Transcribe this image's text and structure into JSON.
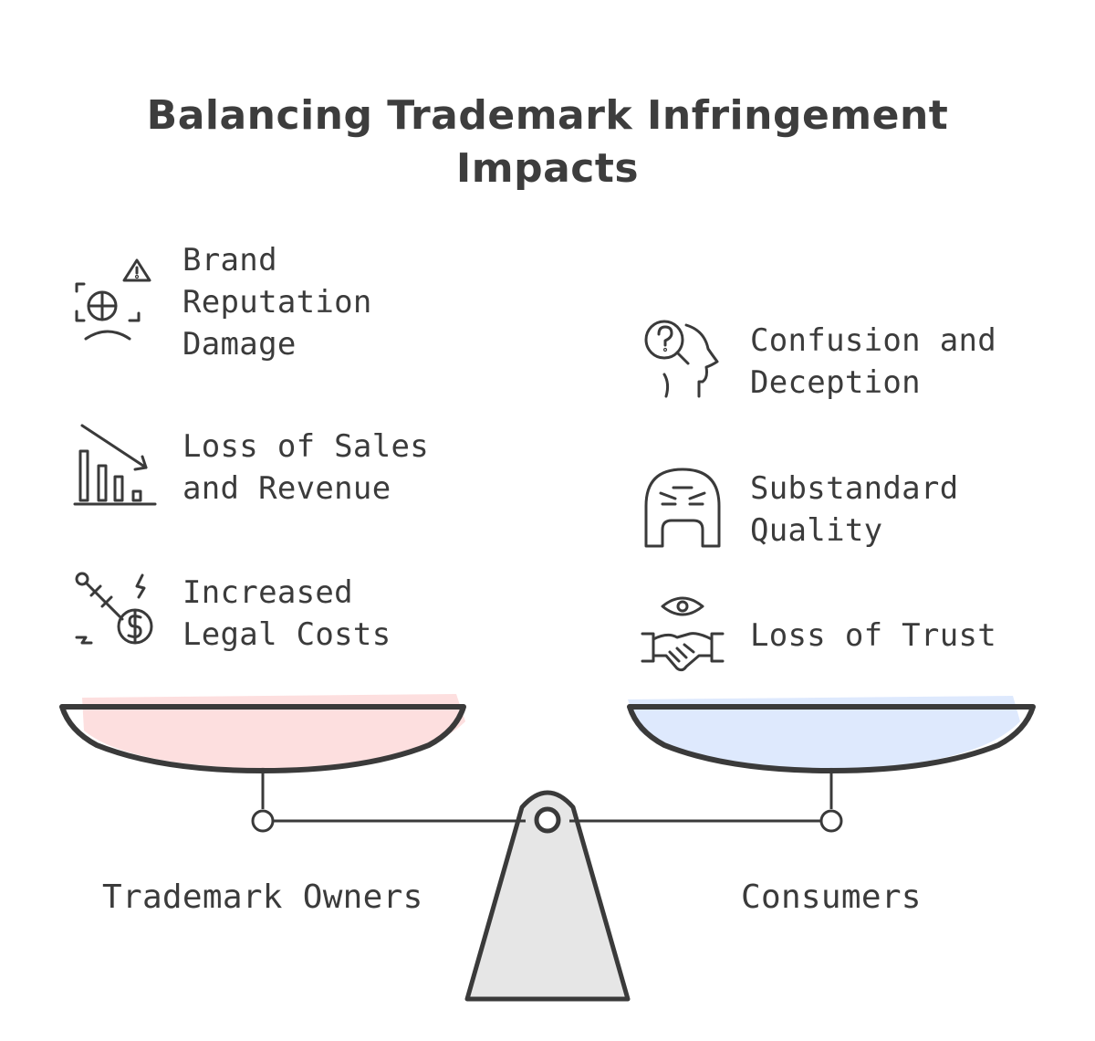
{
  "title": {
    "line1": "Balancing Trademark Infringement",
    "line2": "Impacts"
  },
  "left_side": {
    "label": "Trademark Owners",
    "pan_color": "#fddcdc",
    "items": [
      {
        "lines": [
          "Brand",
          "Reputation",
          "Damage"
        ],
        "icon": "brand-damage-icon"
      },
      {
        "lines": [
          "Loss of Sales",
          "and Revenue"
        ],
        "icon": "declining-chart-icon"
      },
      {
        "lines": [
          "Increased",
          "Legal Costs"
        ],
        "icon": "legal-cost-icon"
      }
    ]
  },
  "right_side": {
    "label": "Consumers",
    "pan_color": "#dce8fd",
    "items": [
      {
        "lines": [
          "Confusion and",
          "Deception"
        ],
        "icon": "confused-head-icon"
      },
      {
        "lines": [
          "Substandard",
          "Quality"
        ],
        "icon": "angry-face-icon"
      },
      {
        "lines": [
          "Loss of Trust"
        ],
        "icon": "handshake-eye-icon"
      }
    ]
  },
  "colors": {
    "stroke": "#3a3a3a",
    "fulcrum": "#e6e6e6"
  }
}
